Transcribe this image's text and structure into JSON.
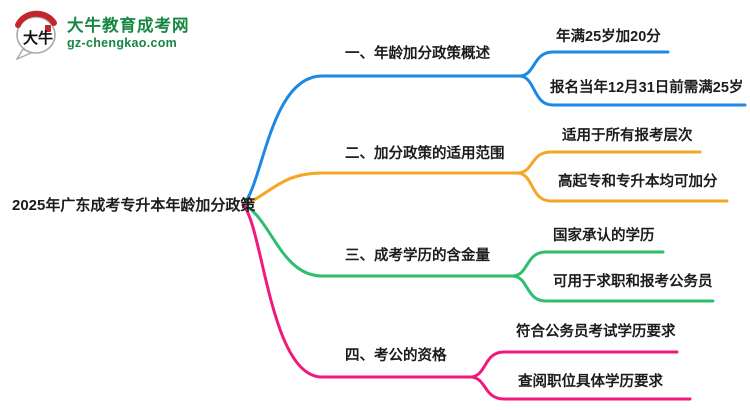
{
  "logo": {
    "icon_text": "大牛",
    "title": "大牛教育成考网",
    "domain": "gz-chengkao.com",
    "green": "#168742",
    "red": "#c1272d"
  },
  "root": {
    "label": "2025年广东成考专升本年龄加分政策"
  },
  "branches": [
    {
      "label": "一、年龄加分政策概述",
      "color": "#1E88E5",
      "children": [
        "年满25岁加20分",
        "报名当年12月31日前需满25岁"
      ]
    },
    {
      "label": "二、加分政策的适用范围",
      "color": "#F5A623",
      "children": [
        "适用于所有报考层次",
        "高起专和专升本均可加分"
      ]
    },
    {
      "label": "三、成考学历的含金量",
      "color": "#2EBE6E",
      "children": [
        "国家承认的学历",
        "可用于求职和报考公务员"
      ]
    },
    {
      "label": "四、考公的资格",
      "color": "#F2187D",
      "children": [
        "符合公务员考试学历要求",
        "查阅职位具体学历要求"
      ]
    }
  ]
}
